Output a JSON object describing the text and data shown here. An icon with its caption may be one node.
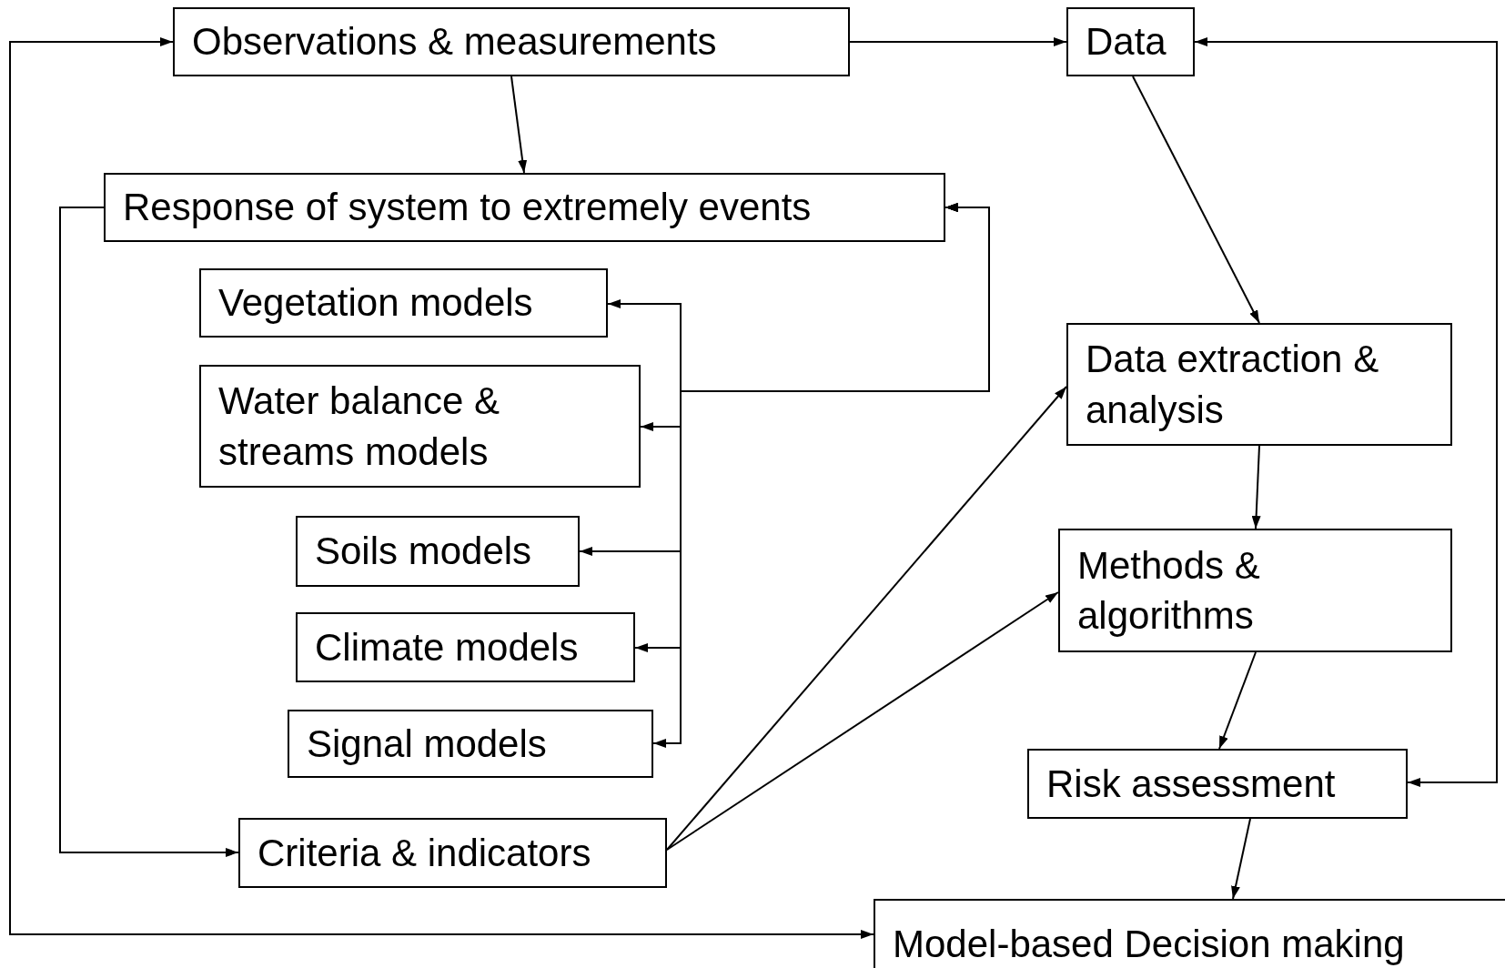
{
  "diagram": {
    "nodes": [
      {
        "text": [
          "Observations & measurements"
        ]
      },
      {
        "text": [
          "Data"
        ]
      },
      {
        "text": [
          "Response of system to extremely events"
        ]
      },
      {
        "text": [
          "Vegetation models"
        ]
      },
      {
        "text": [
          "Water balance & streams models"
        ]
      },
      {
        "text": [
          "Soils models"
        ]
      },
      {
        "text": [
          "Climate models"
        ]
      },
      {
        "text": [
          "Signal models"
        ]
      },
      {
        "text": [
          "Criteria & indicators"
        ]
      },
      {
        "text": [
          "Data extraction & analysis"
        ]
      },
      {
        "text": [
          "Methods & algorithms"
        ]
      },
      {
        "text": [
          "Risk assessment"
        ]
      },
      {
        "text": [
          "Model-based Decision making"
        ]
      }
    ],
    "edges": [
      {
        "from": 0,
        "to": 1,
        "arrow": "to"
      },
      {
        "from": 0,
        "to": 2,
        "arrow": "to"
      },
      {
        "from": 1,
        "to": 9,
        "arrow": "to"
      },
      {
        "from": 2,
        "to": 3,
        "arrow": "both"
      },
      {
        "from": 2,
        "to": 4,
        "arrow": "both"
      },
      {
        "from": 2,
        "to": 5,
        "arrow": "both"
      },
      {
        "from": 2,
        "to": 6,
        "arrow": "both"
      },
      {
        "from": 2,
        "to": 7,
        "arrow": "both"
      },
      {
        "from": 2,
        "to": 8,
        "arrow": "to"
      },
      {
        "from": 8,
        "to": 9,
        "arrow": "to"
      },
      {
        "from": 8,
        "to": 10,
        "arrow": "to"
      },
      {
        "from": 9,
        "to": 10,
        "arrow": "to"
      },
      {
        "from": 10,
        "to": 11,
        "arrow": "to"
      },
      {
        "from": 11,
        "to": 12,
        "arrow": "to"
      },
      {
        "from": 1,
        "to": 11,
        "arrow": "both"
      },
      {
        "from": 12,
        "to": 0,
        "arrow": "both"
      }
    ]
  }
}
